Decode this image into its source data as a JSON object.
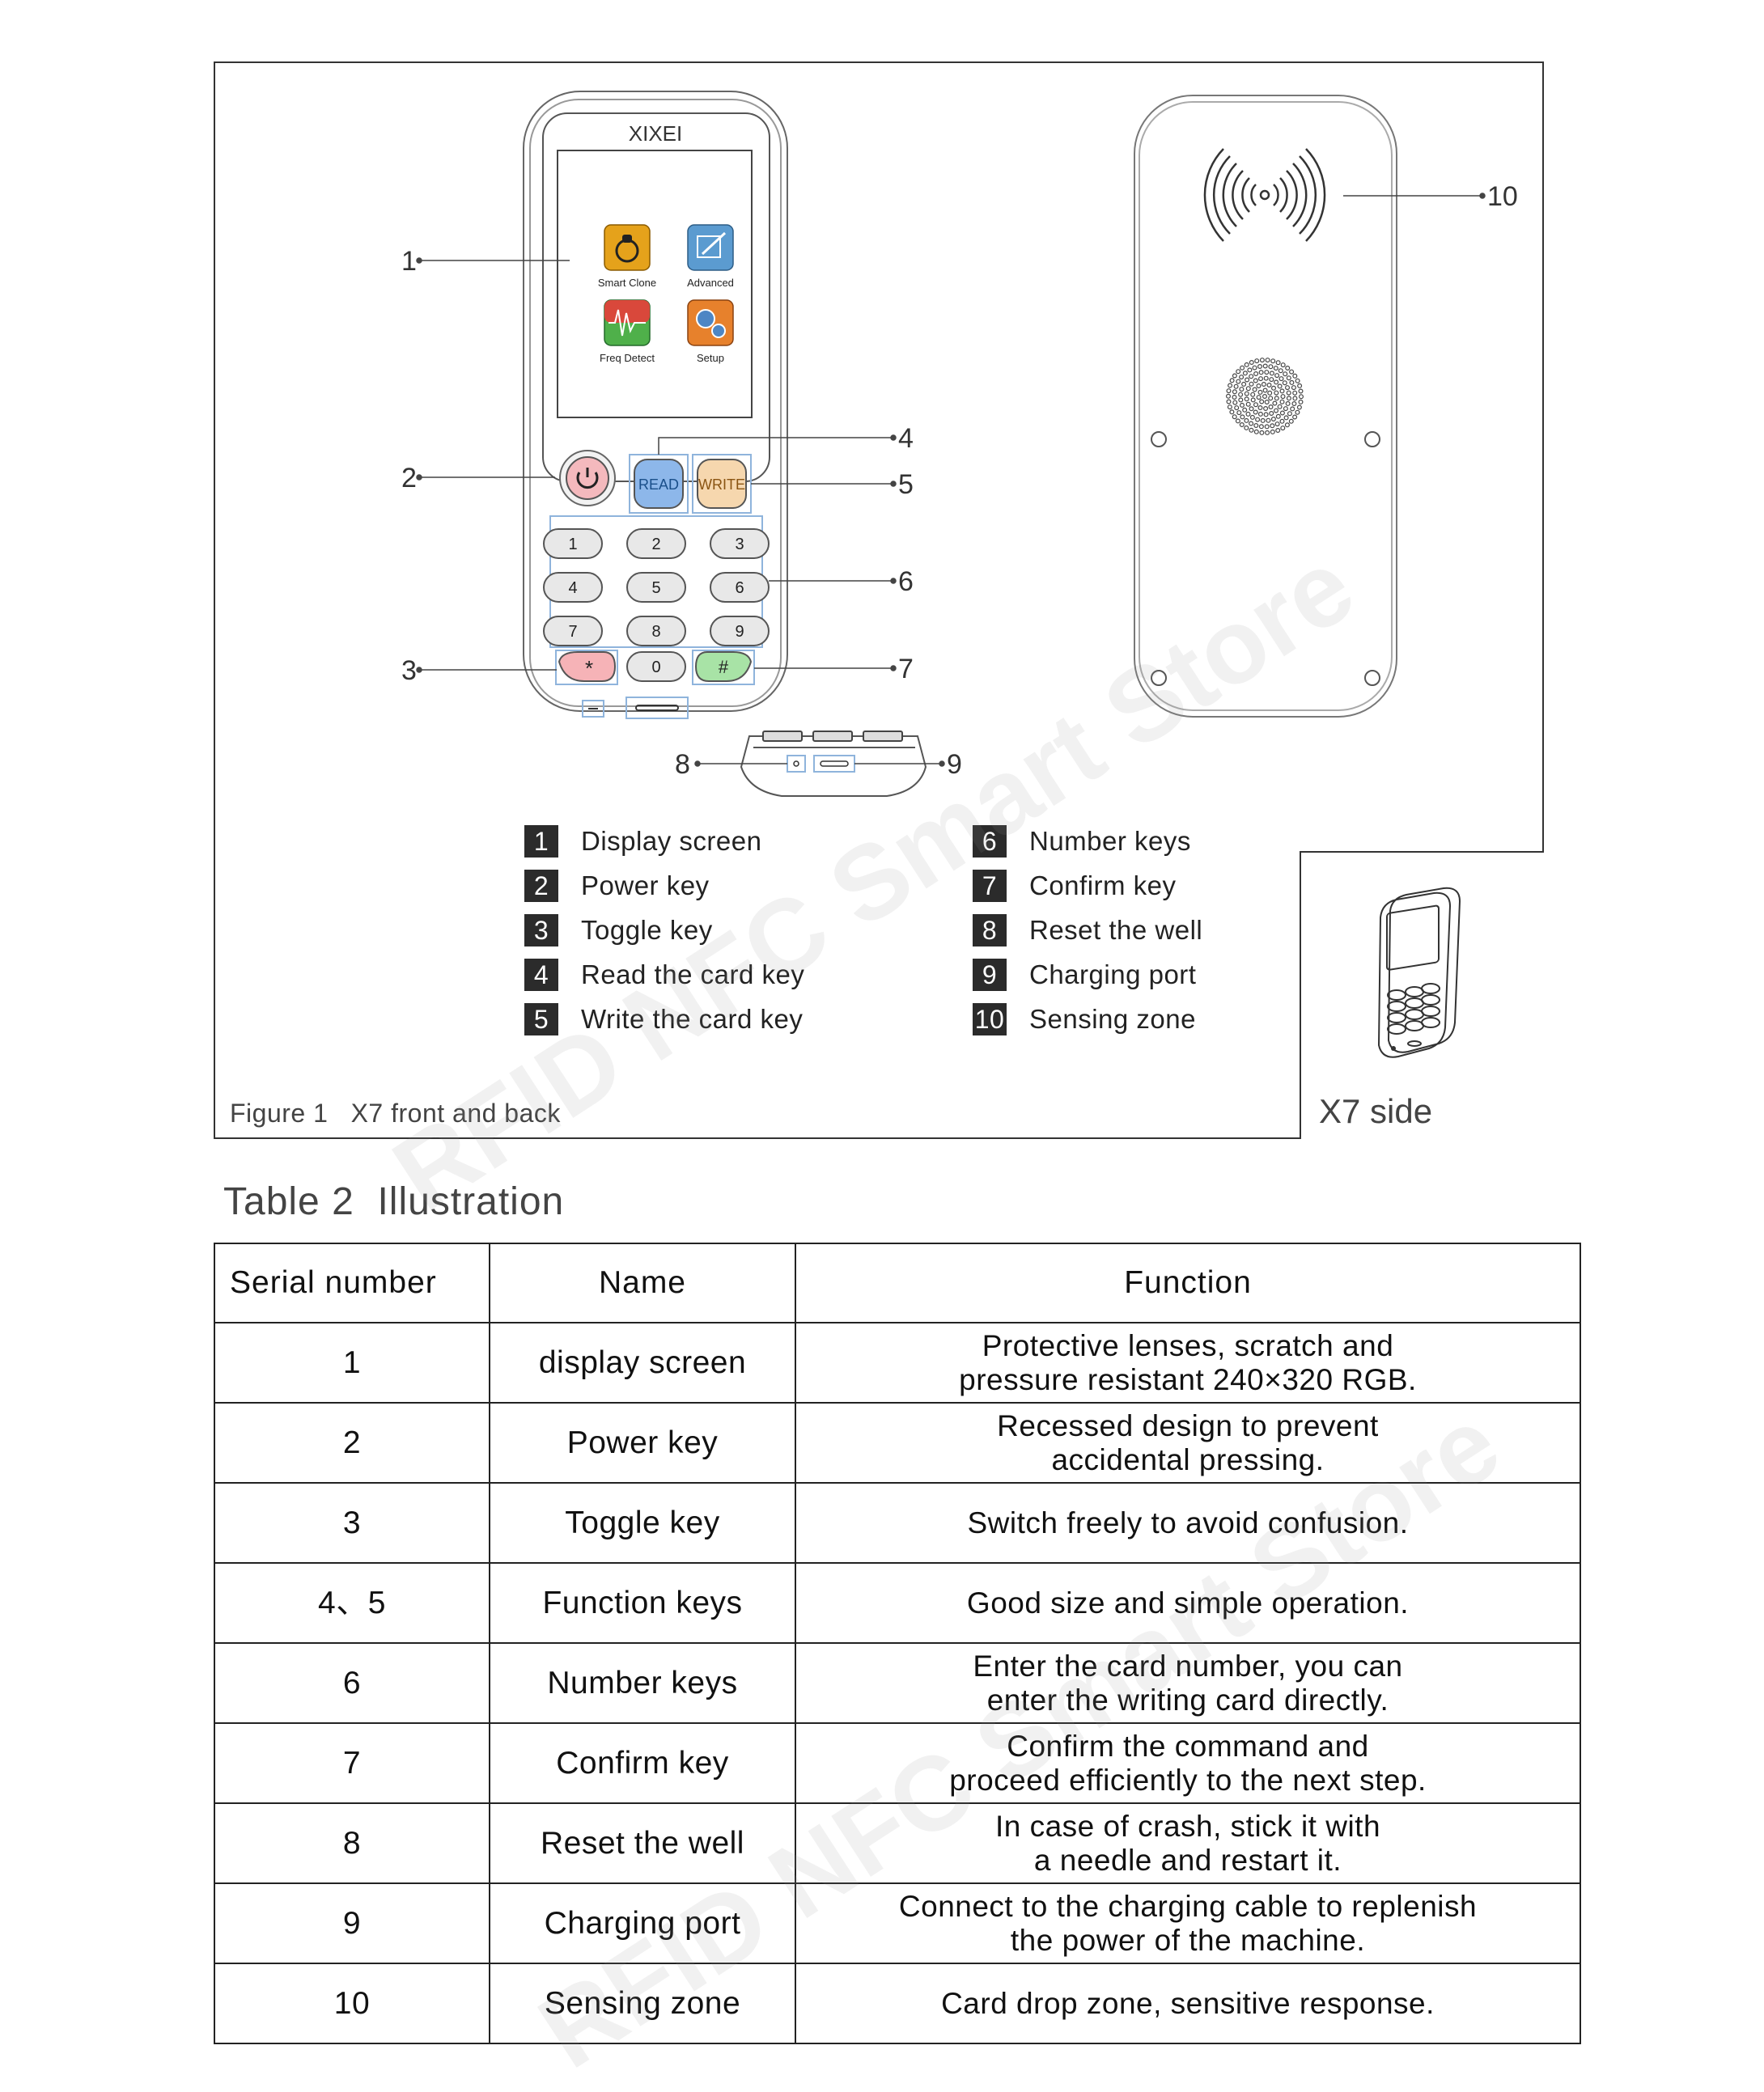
{
  "figure": {
    "brand": "XIXEI",
    "apps": [
      "Smart Clone",
      "Advanced",
      "Freq Detect",
      "Setup"
    ],
    "keys": {
      "read": "READ",
      "write": "WRITE",
      "digits": [
        "1",
        "2",
        "3",
        "4",
        "5",
        "6",
        "7",
        "8",
        "9"
      ],
      "star": "*",
      "zero": "0",
      "hash": "#"
    },
    "callouts": [
      "1",
      "2",
      "3",
      "4",
      "5",
      "6",
      "7",
      "8",
      "9",
      "10"
    ],
    "legend_left": [
      {
        "num": "1",
        "label": "Display screen"
      },
      {
        "num": "2",
        "label": "Power key"
      },
      {
        "num": "3",
        "label": "Toggle key"
      },
      {
        "num": "4",
        "label": "Read the card key"
      },
      {
        "num": "5",
        "label": "Write the card key"
      }
    ],
    "legend_right": [
      {
        "num": "6",
        "label": "Number keys"
      },
      {
        "num": "7",
        "label": "Confirm key"
      },
      {
        "num": "8",
        "label": "Reset the well"
      },
      {
        "num": "9",
        "label": "Charging port"
      },
      {
        "num": "10",
        "label": "Sensing zone"
      }
    ],
    "caption": "Figure 1   X7 front and back",
    "side_label": "X7 side"
  },
  "table": {
    "title": "Table 2  Illustration",
    "headers": [
      "Serial number",
      "Name",
      "Function"
    ],
    "rows": [
      {
        "serial": "1",
        "name": "display screen",
        "f1": "Protective lenses, scratch and",
        "f2": "pressure resistant 240×320 RGB."
      },
      {
        "serial": "2",
        "name": "Power key",
        "f1": "Recessed design to prevent",
        "f2": "accidental pressing."
      },
      {
        "serial": "3",
        "name": "Toggle key",
        "f1": "Switch freely to avoid confusion.",
        "f2": ""
      },
      {
        "serial": "4、5",
        "name": "Function keys",
        "f1": "Good size and simple operation.",
        "f2": ""
      },
      {
        "serial": "6",
        "name": "Number keys",
        "f1": "Enter the card number, you can",
        "f2": "enter the writing card directly."
      },
      {
        "serial": "7",
        "name": "Confirm key",
        "f1": "Confirm the command and",
        "f2": "proceed efficiently to the next step."
      },
      {
        "serial": "8",
        "name": "Reset the well",
        "f1": "In case of crash, stick it with",
        "f2": "a needle and restart it."
      },
      {
        "serial": "9",
        "name": "Charging port",
        "f1": "Connect to the charging cable to replenish",
        "f2": "the power of the machine."
      },
      {
        "serial": "10",
        "name": "Sensing zone",
        "f1": "Card drop zone, sensitive response.",
        "f2": ""
      }
    ]
  },
  "watermark": "RFID NFC Smart Store"
}
